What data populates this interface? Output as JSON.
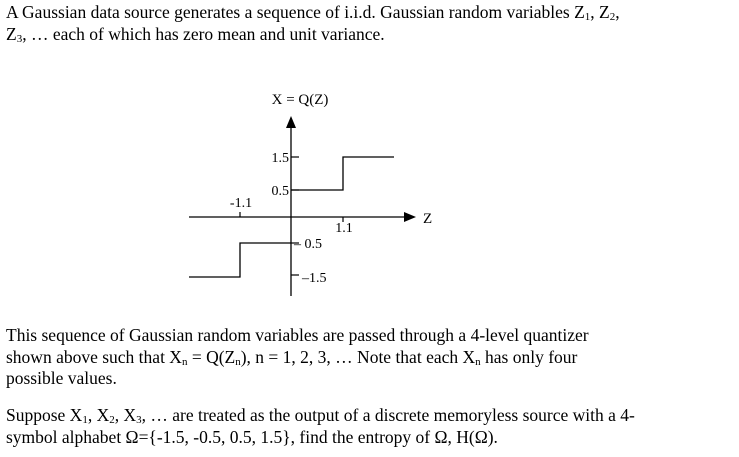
{
  "intro": {
    "line1_pre": "A Gaussian data source generates a sequence of i.i.d. Gaussian random variables Z",
    "line1_sub1": "1",
    "line1_mid": ", Z",
    "line1_sub2": "2",
    "line1_post": ",",
    "line2_pre": "Z",
    "line2_sub": "3",
    "line2_post": ", … each of which has zero mean and unit variance."
  },
  "figure": {
    "title": "X = Q(Z)",
    "x_axis_label": "Z",
    "tick_labels": {
      "pos_z": "1.1",
      "neg_z": "-1.1",
      "l15": "1.5",
      "l05": "0.5",
      "lm05": "– 0.5",
      "lm15": "–1.5"
    }
  },
  "chart_data": {
    "type": "line",
    "title": "X = Q(Z)",
    "xlabel": "Z",
    "ylabel": "X",
    "description": "4-level staircase quantizer",
    "thresholds": [
      -1.1,
      0,
      1.1
    ],
    "levels": [
      -1.5,
      -0.5,
      0.5,
      1.5
    ],
    "segments": [
      {
        "z_range": [
          "-inf",
          -1.1
        ],
        "x": -1.5
      },
      {
        "z_range": [
          -1.1,
          0
        ],
        "x": -0.5
      },
      {
        "z_range": [
          0,
          1.1
        ],
        "x": 0.5
      },
      {
        "z_range": [
          1.1,
          "inf"
        ],
        "x": 1.5
      }
    ]
  },
  "para2": {
    "l1": "This sequence of Gaussian random variables are passed through a 4-level quantizer",
    "l2_a": "shown above such that X",
    "l2_b": " = Q(Z",
    "l2_c": "), n = 1, 2, 3, …  Note that each X",
    "l2_d": " has only four",
    "sub_n": "n",
    "l3": "possible values."
  },
  "para3": {
    "l1_a": "Suppose X",
    "l1_b": ", X",
    "l1_c": ", X",
    "l1_d": ", … are treated as the output of a discrete memoryless source with a 4-",
    "s1": "1",
    "s2": "2",
    "s3": "3",
    "l2": "symbol alphabet Ω={-1.5, -0.5, 0.5, 1.5}, find the entropy of Ω, H(Ω)."
  }
}
